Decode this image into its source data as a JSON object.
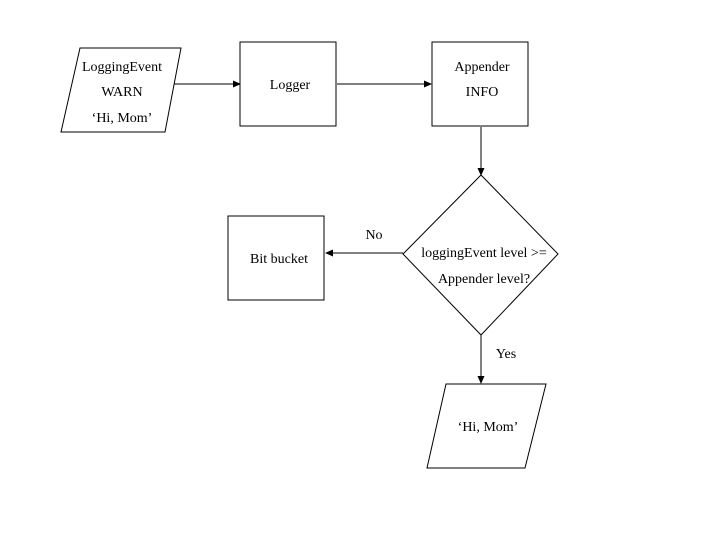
{
  "diagram": {
    "nodes": {
      "logging_event": {
        "line1": "LoggingEvent",
        "line2": "WARN",
        "line3": "‘Hi, Mom’"
      },
      "logger": {
        "label": "Logger"
      },
      "appender": {
        "line1": "Appender",
        "line2": "INFO"
      },
      "decision": {
        "line1": "loggingEvent level >=",
        "line2": "Appender level?"
      },
      "bit_bucket": {
        "label": "Bit bucket"
      },
      "output": {
        "label": "‘Hi, Mom’"
      }
    },
    "edges": {
      "no_label": "No",
      "yes_label": "Yes"
    }
  }
}
